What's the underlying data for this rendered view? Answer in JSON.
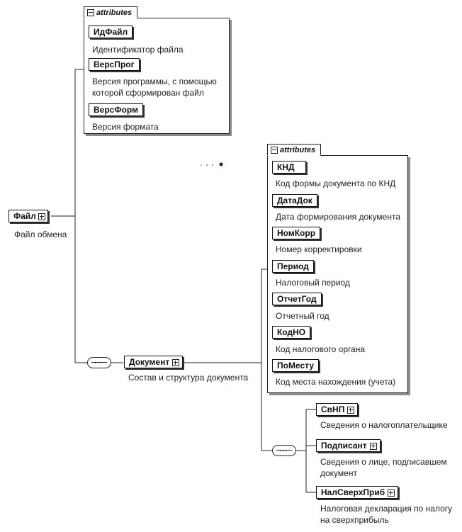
{
  "attributes_label": "attributes",
  "root": {
    "name": "Файл",
    "description": "Файл обмена"
  },
  "file_attributes": [
    {
      "name": "ИдФайл",
      "description": "Идентификатор файла"
    },
    {
      "name": "ВерсПрог",
      "description": "Версия программы, с помощью которой сформирован файл"
    },
    {
      "name": "ВерсФорм",
      "description": "Версия формата"
    }
  ],
  "document": {
    "name": "Документ",
    "description": "Состав и структура документа",
    "attributes": [
      {
        "name": "КНД",
        "description": "Код формы документа по КНД"
      },
      {
        "name": "ДатаДок",
        "description": "Дата формирования документа"
      },
      {
        "name": "НомКорр",
        "description": "Номер корректировки"
      },
      {
        "name": "Период",
        "description": "Налоговый период"
      },
      {
        "name": "ОтчетГод",
        "description": "Отчетный год"
      },
      {
        "name": "КодНО",
        "description": "Код налогового органа"
      },
      {
        "name": "ПоМесту",
        "description": "Код места нахождения (учета)"
      }
    ],
    "children": [
      {
        "name": "СвНП",
        "description": "Сведения о налогоплательщике"
      },
      {
        "name": "Подписант",
        "description": "Сведения о лице, подписавшем документ"
      },
      {
        "name": "НалСверхПриб",
        "description": "Налоговая декларация по налогу на сверхприбыль"
      }
    ]
  }
}
